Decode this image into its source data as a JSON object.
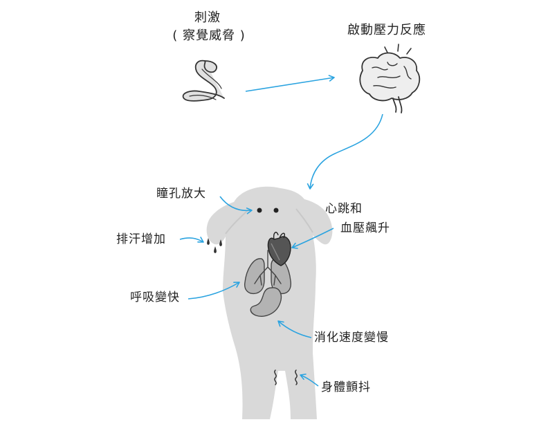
{
  "stimulus": {
    "label": "刺激",
    "sublabel": "( 察覺威脅 )",
    "icon": "snake-icon"
  },
  "stress_response": {
    "label": "啟動壓力反應",
    "icon": "brain-icon"
  },
  "effects": {
    "pupil": "瞳孔放大",
    "sweat": "排汗增加",
    "heart_line1": "心跳和",
    "heart_line2": "血壓飆升",
    "breath": "呼吸變快",
    "digestion": "消化速度變慢",
    "tremble": "身體顫抖"
  },
  "colors": {
    "arrow": "#2aa3e0",
    "body": "#d9d9d9",
    "organ": "#b3b3b3",
    "heart": "#555555",
    "stroke": "#333333"
  }
}
